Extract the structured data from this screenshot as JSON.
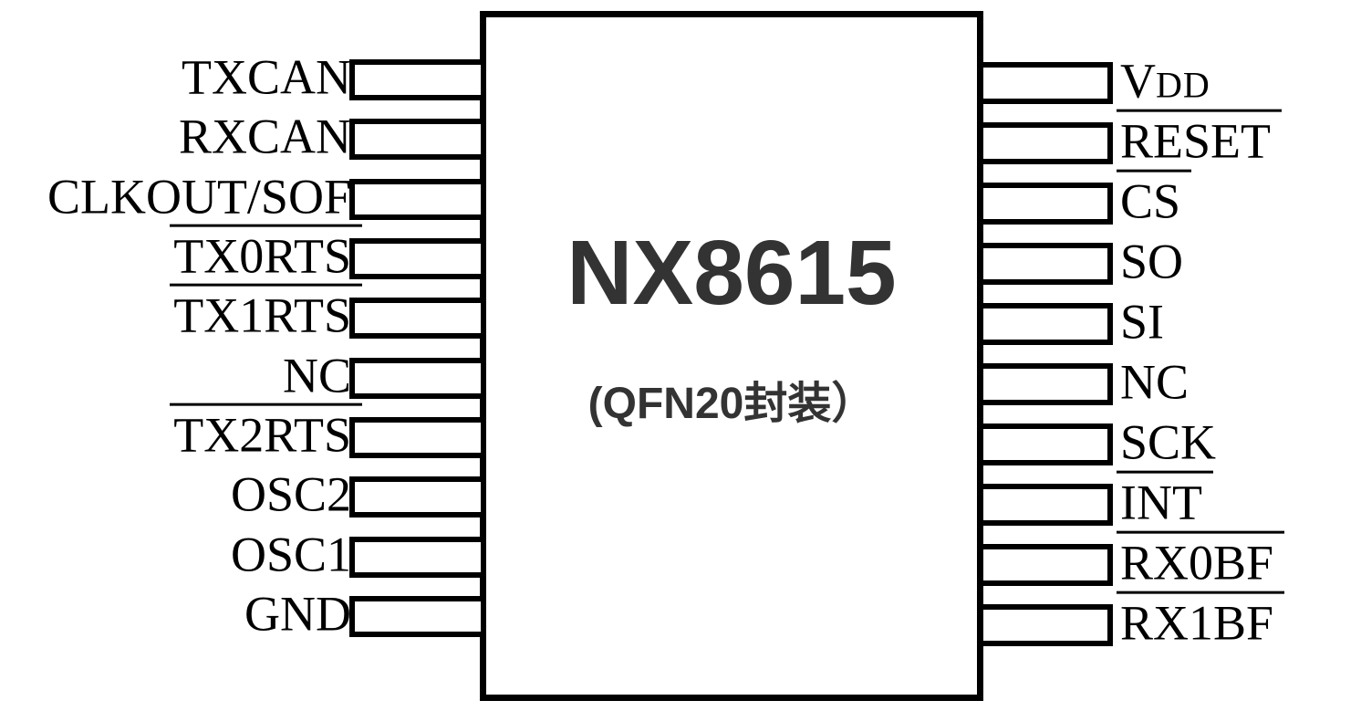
{
  "chip": {
    "title": "NX8615",
    "subtitle": "(QFN20封装）"
  },
  "pins": {
    "left": [
      {
        "label": "TXCAN",
        "overline": false
      },
      {
        "label": "RXCAN",
        "overline": false
      },
      {
        "label": "CLKOUT/SOF",
        "overline": false
      },
      {
        "label": "TX0RTS",
        "overline": true
      },
      {
        "label": "TX1RTS",
        "overline": true
      },
      {
        "label": "NC",
        "overline": false
      },
      {
        "label": "TX2RTS",
        "overline": true
      },
      {
        "label": "OSC2",
        "overline": false
      },
      {
        "label": "OSC1",
        "overline": false
      },
      {
        "label": "GND",
        "overline": false
      }
    ],
    "right": [
      {
        "label_main": "V",
        "label_sub": "DD",
        "overline": false
      },
      {
        "label": "RESET",
        "overline": true
      },
      {
        "label": "CS",
        "overline": true
      },
      {
        "label": "SO",
        "overline": false
      },
      {
        "label": "SI",
        "overline": false
      },
      {
        "label": "NC",
        "overline": false
      },
      {
        "label": "SCK",
        "overline": false
      },
      {
        "label": "INT",
        "overline": true
      },
      {
        "label": "RX0BF",
        "overline": true
      },
      {
        "label": "RX1BF",
        "overline": true
      }
    ]
  },
  "colors": {
    "background": "#ffffff",
    "line": "#000000",
    "pin_text": "#000000",
    "chip_text": "#333333"
  }
}
